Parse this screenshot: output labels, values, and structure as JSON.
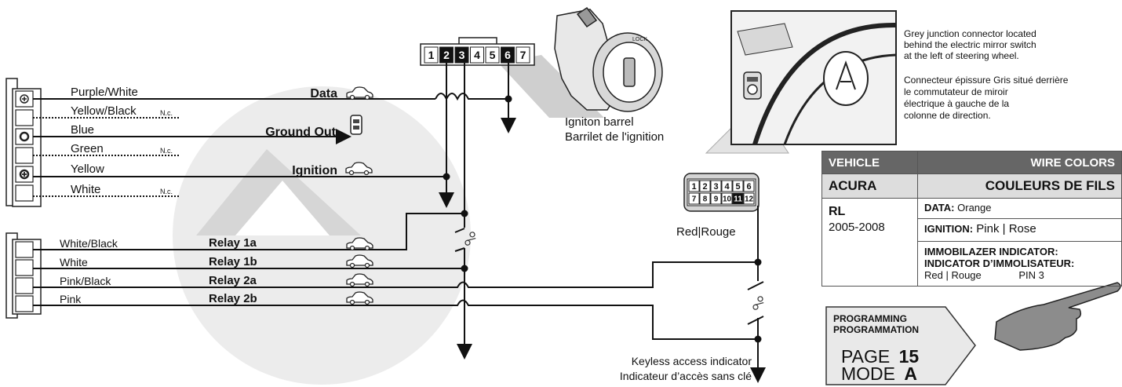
{
  "connector_wires": [
    {
      "label": "Purple/White",
      "nc": ""
    },
    {
      "label": "Yellow/Black",
      "nc": "N.c."
    },
    {
      "label": "Blue",
      "nc": ""
    },
    {
      "label": "Green",
      "nc": "N.c."
    },
    {
      "label": "Yellow",
      "nc": ""
    },
    {
      "label": "White",
      "nc": "N.c."
    }
  ],
  "functions": {
    "data": "Data",
    "ground_out": "Ground Out",
    "ignition": "Ignition"
  },
  "relay_wires": [
    {
      "label": "White/Black",
      "relay": "Relay 1a"
    },
    {
      "label": "White",
      "relay": "Relay 1b"
    },
    {
      "label": "Pink/Black",
      "relay": "Relay 2a"
    },
    {
      "label": "Pink",
      "relay": "Relay 2b"
    }
  ],
  "ignition_connector": {
    "pins": [
      "1",
      "2",
      "3",
      "4",
      "5",
      "6",
      "7"
    ],
    "highlighted": [
      "2",
      "3",
      "6"
    ]
  },
  "ignition_barrel": {
    "line1": "Igniton barrel",
    "line2": "Barrilet de l'ignition"
  },
  "junction_connector": {
    "pins_top": [
      "1",
      "2",
      "3",
      "4",
      "5",
      "6"
    ],
    "pins_bottom": [
      "7",
      "8",
      "9",
      "10",
      "11",
      "12"
    ],
    "highlighted": "11",
    "label": "Red|Rouge"
  },
  "mirror_note": {
    "en_line1": "Grey junction connector located",
    "en_line2": "behind the electric mirror switch",
    "en_line3": "at the left of steering wheel.",
    "fr_line1": "Connecteur épissure Gris situé derrière",
    "fr_line2": "le commutateur de miroir",
    "fr_line3": "électrique à gauche de la",
    "fr_line4": "colonne de direction."
  },
  "keyless": {
    "line1": "Keyless access indicator",
    "line2": "Indicateur d’accès sans clé"
  },
  "table": {
    "col_vehicle": "VEHICLE",
    "col_wire_colors": "WIRE COLORS",
    "brand": "ACURA",
    "couleurs": "COULEURS DE FILS",
    "model": "RL",
    "years": "2005-2008",
    "data_key": "DATA:",
    "data_val": "Orange",
    "ign_key": "IGNITION:",
    "ign_val": "Pink | Rose",
    "immo_line1": "IMMOBILAZER INDICATOR:",
    "immo_line2": "INDICATOR D’IMMOLISATEUR:",
    "immo_val": "Red | Rouge",
    "immo_pin": "PIN 3"
  },
  "programming": {
    "line1": "PROGRAMMING",
    "line2": "PROGRAMMATION",
    "page_word": "PAGE",
    "page_num": "15",
    "mode_word": "MODE",
    "mode_letter": "A"
  },
  "colors": {
    "ink": "#111111",
    "grey_bg": "#d9d9d9",
    "table_header": "#666666",
    "table_brand": "#dddddd"
  }
}
